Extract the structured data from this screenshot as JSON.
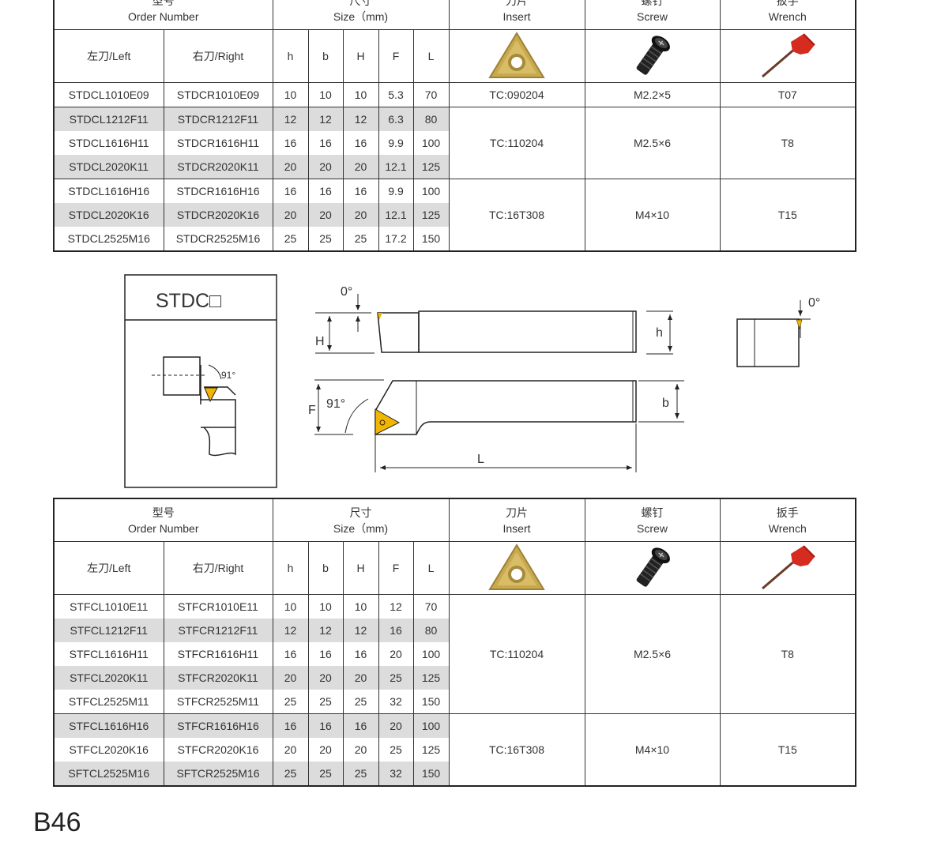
{
  "header": {
    "order_cn": "型号",
    "order_en": "Order Number",
    "size_cn": "尺寸",
    "size_en": "Size（mm)",
    "insert_cn": "刀片",
    "insert_en": "Insert",
    "screw_cn": "螺钉",
    "screw_en": "Screw",
    "wrench_cn": "扳手",
    "wrench_en": "Wrench",
    "left": "左刀/Left",
    "right": "右刀/Right",
    "h": "h",
    "b": "b",
    "H": "H",
    "F": "F",
    "L": "L"
  },
  "icons": {
    "insert": "triangle-insert-icon",
    "screw": "torx-screw-icon",
    "wrench": "torx-wrench-icon"
  },
  "colors": {
    "insert_gold": "#c8a94e",
    "wrench_red": "#d62b1f",
    "row_gray": "#dcdcdc",
    "diagram_insert": "#f2b600"
  },
  "table1": {
    "rows": [
      [
        "STDCL1010E09",
        "STDCR1010E09",
        "10",
        "10",
        "10",
        "5.3",
        "70"
      ],
      [
        "STDCL1212F11",
        "STDCR1212F11",
        "12",
        "12",
        "12",
        "6.3",
        "80"
      ],
      [
        "STDCL1616H11",
        "STDCR1616H11",
        "16",
        "16",
        "16",
        "9.9",
        "100"
      ],
      [
        "STDCL2020K11",
        "STDCR2020K11",
        "20",
        "20",
        "20",
        "12.1",
        "125"
      ],
      [
        "STDCL1616H16",
        "STDCR1616H16",
        "16",
        "16",
        "16",
        "9.9",
        "100"
      ],
      [
        "STDCL2020K16",
        "STDCR2020K16",
        "20",
        "20",
        "20",
        "12.1",
        "125"
      ],
      [
        "STDCL2525M16",
        "STDCR2525M16",
        "25",
        "25",
        "25",
        "17.2",
        "150"
      ]
    ],
    "groups": [
      {
        "insert": "TC:090204",
        "screw": "M2.2×5",
        "wrench": "T07"
      },
      {
        "insert": "TC:110204",
        "screw": "M2.5×6",
        "wrench": "T8"
      },
      {
        "insert": "TC:16T308",
        "screw": "M4×10",
        "wrench": "T15"
      }
    ]
  },
  "diagram": {
    "model": "STDC□",
    "angle_small": "91°",
    "angle_zero": "0°",
    "angle_zero_2": "0°",
    "label_H": "H",
    "label_h": "h",
    "label_F": "F",
    "label_angle": "91°",
    "label_b": "b",
    "label_L": "L"
  },
  "table2": {
    "rows": [
      [
        "STFCL1010E11",
        "STFCR1010E11",
        "10",
        "10",
        "10",
        "12",
        "70"
      ],
      [
        "STFCL1212F11",
        "STFCR1212F11",
        "12",
        "12",
        "12",
        "16",
        "80"
      ],
      [
        "STFCL1616H11",
        "STFCR1616H11",
        "16",
        "16",
        "16",
        "20",
        "100"
      ],
      [
        "STFCL2020K11",
        "STFCR2020K11",
        "20",
        "20",
        "20",
        "25",
        "125"
      ],
      [
        "STFCL2525M11",
        "STFCR2525M11",
        "25",
        "25",
        "25",
        "32",
        "150"
      ],
      [
        "STFCL1616H16",
        "STFCR1616H16",
        "16",
        "16",
        "16",
        "20",
        "100"
      ],
      [
        "STFCL2020K16",
        "STFCR2020K16",
        "20",
        "20",
        "20",
        "25",
        "125"
      ],
      [
        "SFTCL2525M16",
        "SFTCR2525M16",
        "25",
        "25",
        "25",
        "32",
        "150"
      ]
    ],
    "groups": [
      {
        "insert": "TC:110204",
        "screw": "M2.5×6",
        "wrench": "T8"
      },
      {
        "insert": "TC:16T308",
        "screw": "M4×10",
        "wrench": "T15"
      }
    ]
  },
  "page_number": "B46"
}
